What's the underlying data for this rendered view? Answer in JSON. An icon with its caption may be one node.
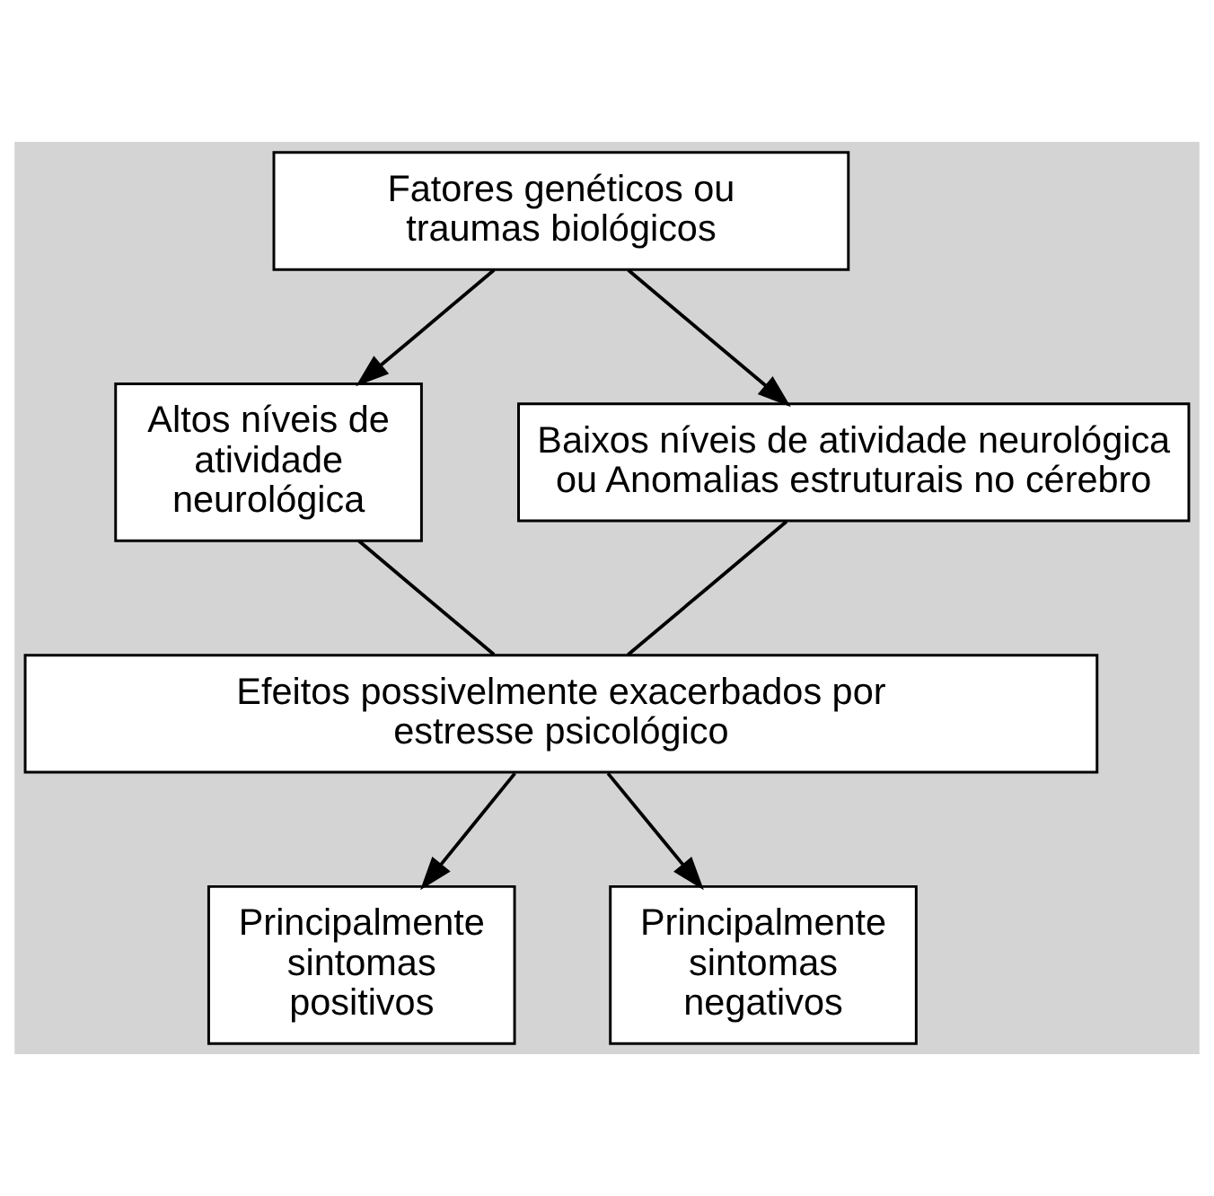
{
  "diagram": {
    "nodes": [
      {
        "text": [
          "Fatores genéticos ou traumas biológicos"
        ]
      },
      {
        "text": [
          "Altos níveis de atividade neurológica"
        ]
      },
      {
        "text": [
          "Baixos níveis de atividade neurológica ou Anomalias estruturais no cérebro"
        ]
      },
      {
        "text": [
          "Efeitos possivelmente exacerbados por estresse psicológico"
        ]
      },
      {
        "text": [
          "Principalmente sintomas positivos"
        ]
      },
      {
        "text": [
          "Principalmente sintomas negativos"
        ]
      }
    ],
    "edges": [
      {
        "from": 0,
        "to": 1,
        "arrow": "to"
      },
      {
        "from": 0,
        "to": 2,
        "arrow": "to"
      },
      {
        "from": 1,
        "to": 3,
        "arrow": "none"
      },
      {
        "from": 2,
        "to": 3,
        "arrow": "none"
      },
      {
        "from": 3,
        "to": 4,
        "arrow": "to"
      },
      {
        "from": 3,
        "to": 5,
        "arrow": "to"
      }
    ]
  }
}
